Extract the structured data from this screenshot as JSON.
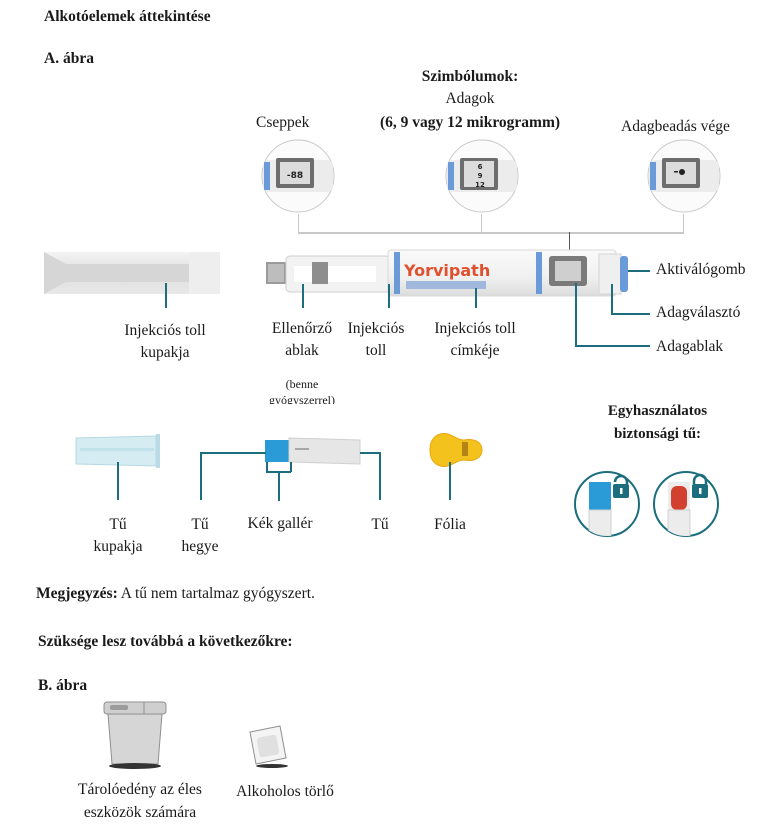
{
  "heading": "Alkotóelemek áttekintése",
  "figure_a": {
    "label": "A. ábra",
    "symbols": {
      "title": "Szimbólumok:",
      "doses_line1": "Adagok",
      "doses_line2": "(6, 9 vagy 12 mikrogramm)",
      "drops": "Cseppek",
      "end_of_dose": "Adagbeadás vége",
      "drops_window_text": "-88",
      "doses_window_text": [
        "6",
        "9",
        "12"
      ]
    },
    "pen": {
      "brand": "Yorvipath",
      "brand_color": "#e0502e",
      "accent_color": "#6a9bd8",
      "labels": {
        "cap_line1": "Injekciós toll",
        "cap_line2": "kupakja",
        "check_window_line1": "Ellenőrző",
        "check_window_line2": "ablak",
        "check_window_note_line1": "(benne",
        "check_window_note_line2": "gyógyszerrel)",
        "pen_line1": "Injekciós",
        "pen_line2": "toll",
        "pen_label_line1": "Injekciós toll",
        "pen_label_line2": "címkéje",
        "activation_button": "Aktiválógomb",
        "dose_selector": "Adagválasztó",
        "dose_window": "Adagablak"
      }
    },
    "needle": {
      "labels": {
        "needle_cap_line1": "Tű",
        "needle_cap_line2": "kupakja",
        "needle_tip_line1": "Tű",
        "needle_tip_line2": "hegye",
        "blue_collar": "Kék gallér",
        "needle": "Tű",
        "foil": "Fólia"
      },
      "collar_color": "#2a9bd6",
      "foil_color": "#f4c21d"
    },
    "safety_needle": {
      "title_line1": "Egyhasználatos",
      "title_line2": "biztonsági tű:",
      "states": [
        {
          "name": "unlocked",
          "color": "#2a9bd6",
          "icon": "unlocked-padlock-icon"
        },
        {
          "name": "locked",
          "color": "#d2402f",
          "icon": "locked-padlock-icon"
        }
      ]
    }
  },
  "note": {
    "label": "Megjegyzés:",
    "text": " A tű nem tartalmaz gyógyszert."
  },
  "also_needed": "Szüksége lesz továbbá a következőkre:",
  "figure_b": {
    "label": "B. ábra",
    "items": [
      {
        "line1": "Tárolóedény az éles",
        "line2": "eszközök számára",
        "icon": "sharps-container-icon"
      },
      {
        "line1": "Alkoholos törlő",
        "line2": "",
        "icon": "alcohol-wipe-icon"
      }
    ]
  },
  "line_color": "#1c6e7f"
}
